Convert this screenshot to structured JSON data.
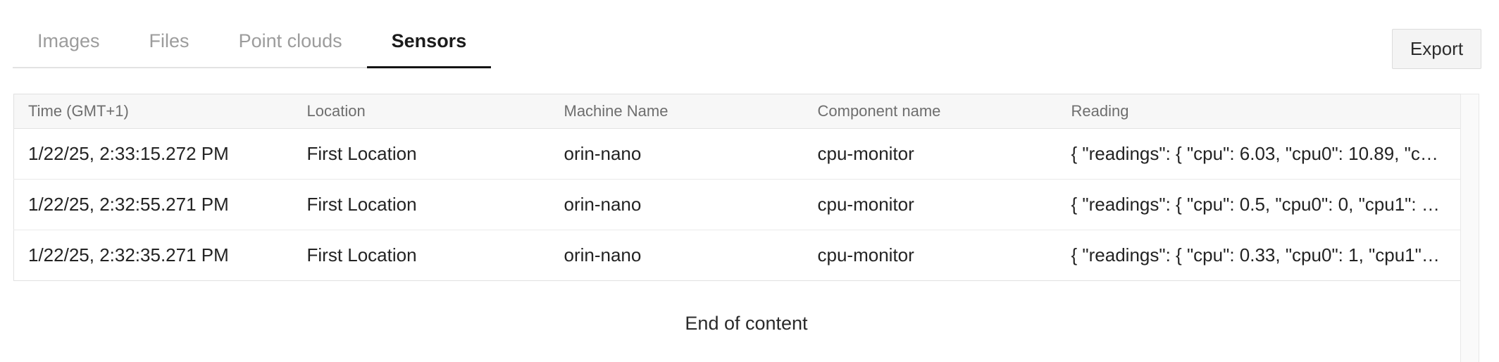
{
  "tabs": [
    {
      "label": "Images",
      "active": false
    },
    {
      "label": "Files",
      "active": false
    },
    {
      "label": "Point clouds",
      "active": false
    },
    {
      "label": "Sensors",
      "active": true
    }
  ],
  "toolbar": {
    "export_label": "Export"
  },
  "table": {
    "columns": [
      "Time (GMT+1)",
      "Location",
      "Machine Name",
      "Component name",
      "Reading"
    ],
    "rows": [
      {
        "time": "1/22/25, 2:33:15.272 PM",
        "location": "First Location",
        "machine": "orin-nano",
        "component": "cpu-monitor",
        "reading": "{ \"readings\": { \"cpu\": 6.03, \"cpu0\": 10.89, \"c…"
      },
      {
        "time": "1/22/25, 2:32:55.271 PM",
        "location": "First Location",
        "machine": "orin-nano",
        "component": "cpu-monitor",
        "reading": "{ \"readings\": { \"cpu\": 0.5, \"cpu0\": 0, \"cpu1\": …"
      },
      {
        "time": "1/22/25, 2:32:35.271 PM",
        "location": "First Location",
        "machine": "orin-nano",
        "component": "cpu-monitor",
        "reading": "{ \"readings\": { \"cpu\": 0.33, \"cpu0\": 1, \"cpu1\"…"
      }
    ]
  },
  "footer": {
    "end_of_content": "End of content"
  },
  "colors": {
    "active_tab_text": "#1b1b1b",
    "inactive_tab_text": "#9c9c9c",
    "active_tab_underline": "#141414",
    "tabbar_border": "#e2e2e2",
    "header_bg": "#f7f7f7",
    "header_text": "#6e6e6e",
    "cell_text": "#232323",
    "table_border": "#e1e1e1",
    "row_border": "#eaeaea",
    "button_bg": "#f4f4f4",
    "button_border": "#dcdcdc",
    "scroll_track_bg": "#fafafa"
  }
}
